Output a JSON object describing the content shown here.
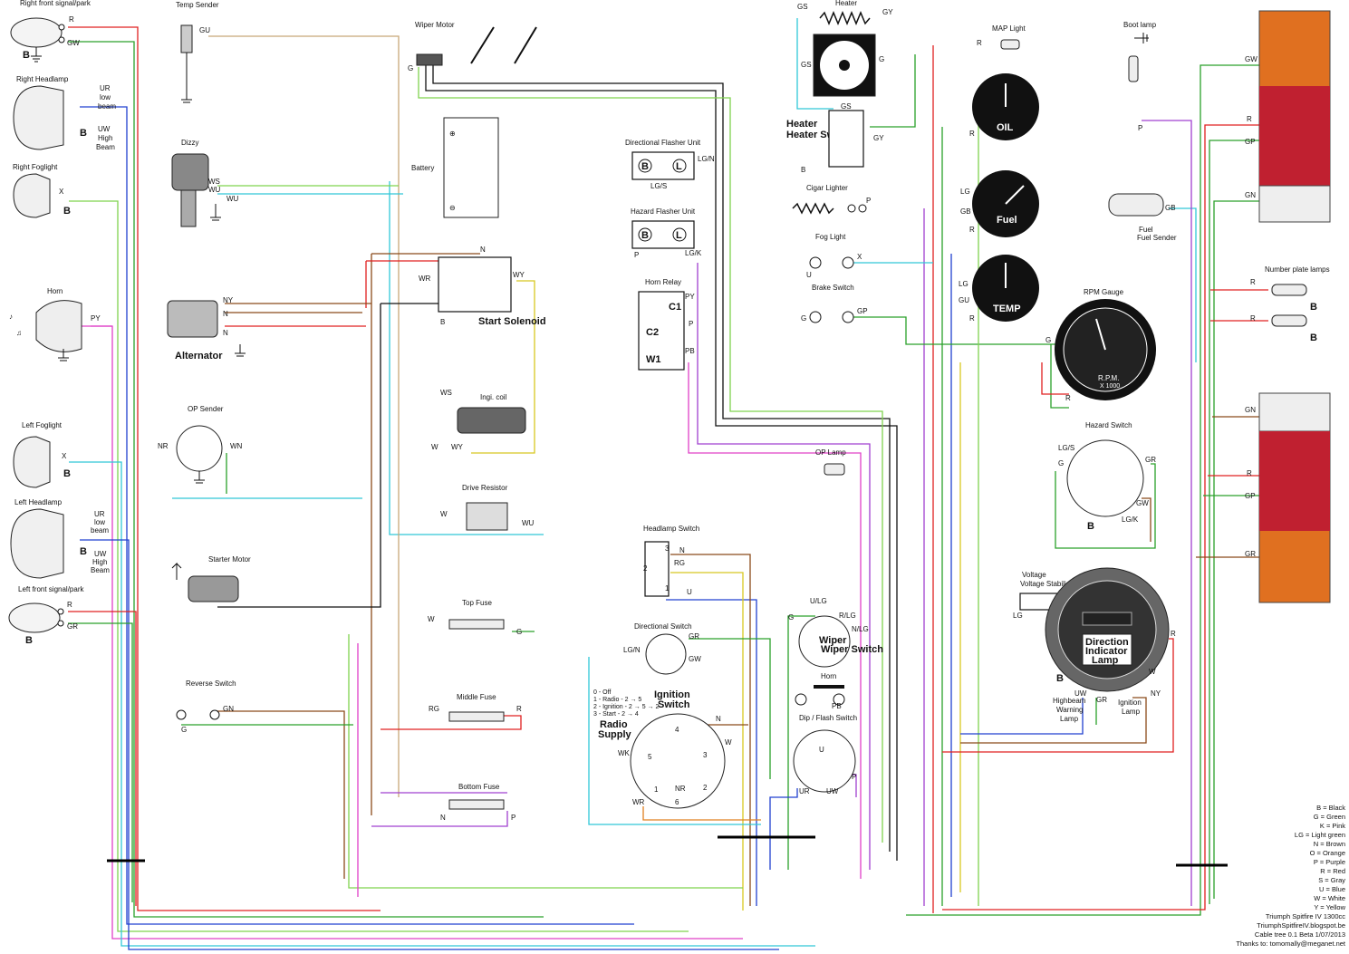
{
  "components": {
    "right_front_signal": "Right front signal/park",
    "right_headlamp": "Right Headlamp",
    "right_foglight": "Right Foglight",
    "horn_left": "Horn",
    "left_foglight": "Left Foglight",
    "left_headlamp": "Left Headlamp",
    "left_front_signal": "Left front signal/park",
    "temp_sender": "Temp Sender",
    "dizzy": "Dizzy",
    "alternator": "Alternator",
    "op_sender": "OP Sender",
    "starter_motor": "Starter Motor",
    "reverse_switch": "Reverse Switch",
    "wiper_motor": "Wiper Motor",
    "battery": "Battery",
    "start_solenoid": "Start Solenoid",
    "ign_coil": "Ingi. coil",
    "drive_resistor": "Drive Resistor",
    "top_fuse": "Top Fuse",
    "middle_fuse": "Middle Fuse",
    "bottom_fuse": "Bottom Fuse",
    "dir_flasher": "Directional Flasher Unit",
    "hazard_flasher": "Hazard Flasher Unit",
    "horn_relay": "Horn Relay",
    "headlamp_switch": "Headlamp Switch",
    "dir_switch": "Directional Switch",
    "ignition_switch": "Ignition Switch",
    "radio_supply": "Radio Supply",
    "heater": "Heater",
    "heater_switch": "Heater Switch",
    "cigar_lighter": "Cigar Lighter",
    "fog_light": "Fog Light",
    "brake_switch": "Brake Switch",
    "op_lamp": "OP Lamp",
    "wiper_switch": "Wiper Switch",
    "horn_button": "Horn",
    "dip_flash": "Dip / Flash Switch",
    "map_light": "MAP Light",
    "oil_gauge": "OIL",
    "fuel_gauge": "Fuel",
    "temp_gauge": "TEMP",
    "rpm_gauge": "RPM Gauge",
    "rpm_face": "R.P.M.",
    "rpm_scale": "X 1000",
    "hazard_switch": "Hazard Switch",
    "voltage_stabiliser": "Voltage Stabiliser",
    "direction_lamp": "Direction Indicator Lamp",
    "highbeam_lamp": "Highbeam Warning Lamp",
    "ignition_lamp": "Ignition Lamp",
    "boot_lamp": "Boot lamp",
    "fuel_sender": "Fuel Sender",
    "number_plate": "Number plate lamps"
  },
  "ignition_positions": {
    "line1": "0 - Off",
    "line2": "1 - Radio - 2 → 5",
    "line3": "2 - Ignition - 2 → 5 → 2",
    "line4": "3 - Start - 2 → 4"
  },
  "wire_codes": [
    "R",
    "GW",
    "GU",
    "UR",
    "UW",
    "X",
    "PY",
    "WS",
    "WU",
    "NY",
    "N",
    "NR",
    "WN",
    "GN",
    "G",
    "WR",
    "WY",
    "W",
    "RG",
    "P",
    "LG/N",
    "LG/S",
    "LG/K",
    "PB",
    "C1",
    "C2",
    "W1",
    "GS",
    "GY",
    "U",
    "GP",
    "LG",
    "GB",
    "U/LG",
    "R/LG",
    "N/LG",
    "UR",
    "UW",
    "RG",
    "B",
    "GR",
    "NY",
    "WK"
  ],
  "legend": [
    "B = Black",
    "G = Green",
    "K = Pink",
    "LG = Light green",
    "N = Brown",
    "O = Orange",
    "P = Purple",
    "R = Red",
    "S = Gray",
    "U = Blue",
    "W = White",
    "Y = Yellow"
  ],
  "credits": [
    "Triumph Spitfire IV 1300cc",
    "TriumphSpitfireIV.blogspot.be",
    "Cable tree 0.1 Beta 1/07/2013",
    "Thanks to: tomomally@meganet.net"
  ],
  "colors": {
    "red": "#e02020",
    "green": "#2aa02a",
    "lightgreen": "#7fd34e",
    "blue": "#2040d0",
    "cyan": "#30c8d8",
    "purple": "#a040d0",
    "pink": "#e040c8",
    "brown": "#8b4a1a",
    "tan": "#c8a878",
    "yellow": "#d8c820",
    "gray": "#909090",
    "black": "#111111",
    "orange": "#e08020"
  }
}
